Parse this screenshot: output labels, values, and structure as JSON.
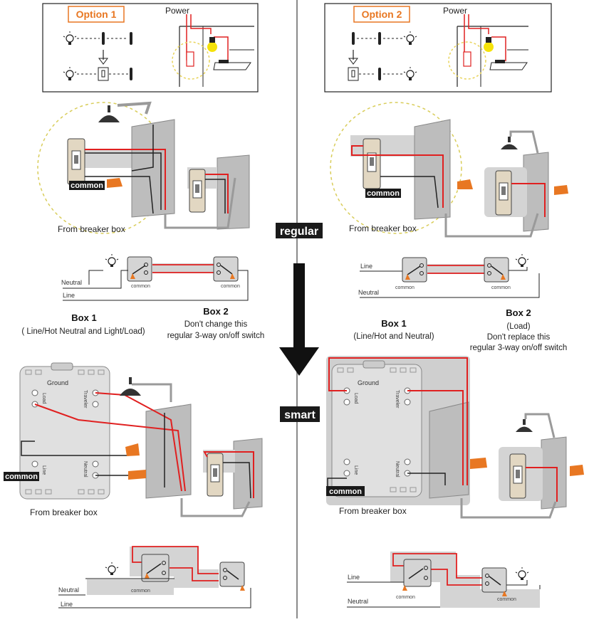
{
  "divider_labels": {
    "regular": "regular",
    "smart": "smart"
  },
  "left": {
    "option_title": "Option 1",
    "power_label": "Power",
    "common_label": "common",
    "from_breaker_label": "From breaker box",
    "schematic": {
      "neutral": "Neutral",
      "line": "Line",
      "common_small_1": "common",
      "common_small_2": "common"
    },
    "box1": {
      "title": "Box 1",
      "subtitle": "( Line/Hot Neutral  and Light/Load)"
    },
    "box2": {
      "title": "Box 2",
      "line1": "Don't change this",
      "line2": "regular 3-way on/off switch"
    },
    "smart": {
      "ground": "Ground",
      "load": "Load",
      "traveler": "Traveler",
      "line": "Line",
      "neutral": "Neutral",
      "common_label": "common",
      "from_breaker_label": "From breaker box",
      "schem_neutral": "Neutral",
      "schem_line": "Line",
      "schem_common": "common"
    }
  },
  "right": {
    "option_title": "Option 2",
    "power_label": "Power",
    "common_label": "common",
    "from_breaker_label": "From breaker box",
    "schematic": {
      "line": "Line",
      "neutral": "Neutral",
      "common_small_1": "common",
      "common_small_2": "common"
    },
    "box1": {
      "title": "Box 1",
      "subtitle": "(Line/Hot and Neutral)"
    },
    "box2": {
      "title": "Box 2",
      "line1": "(Load)",
      "line2": "Don't replace this",
      "line3": "regular 3-way on/off switch"
    },
    "smart": {
      "ground": "Ground",
      "load": "Load",
      "traveler": "Traveler",
      "line": "Line",
      "neutral": "Neutral",
      "common_label": "common",
      "from_breaker_label": "From breaker box",
      "schem_line": "Line",
      "schem_neutral": "Neutral",
      "schem_common_1": "common",
      "schem_common_2": "common"
    }
  },
  "colors": {
    "wire_red": "#e02020",
    "accent_orange": "#e87722",
    "wall_gray": "#cfcfcf",
    "divider": "#8a8a8a",
    "tag_bg": "#1a1a1a"
  }
}
